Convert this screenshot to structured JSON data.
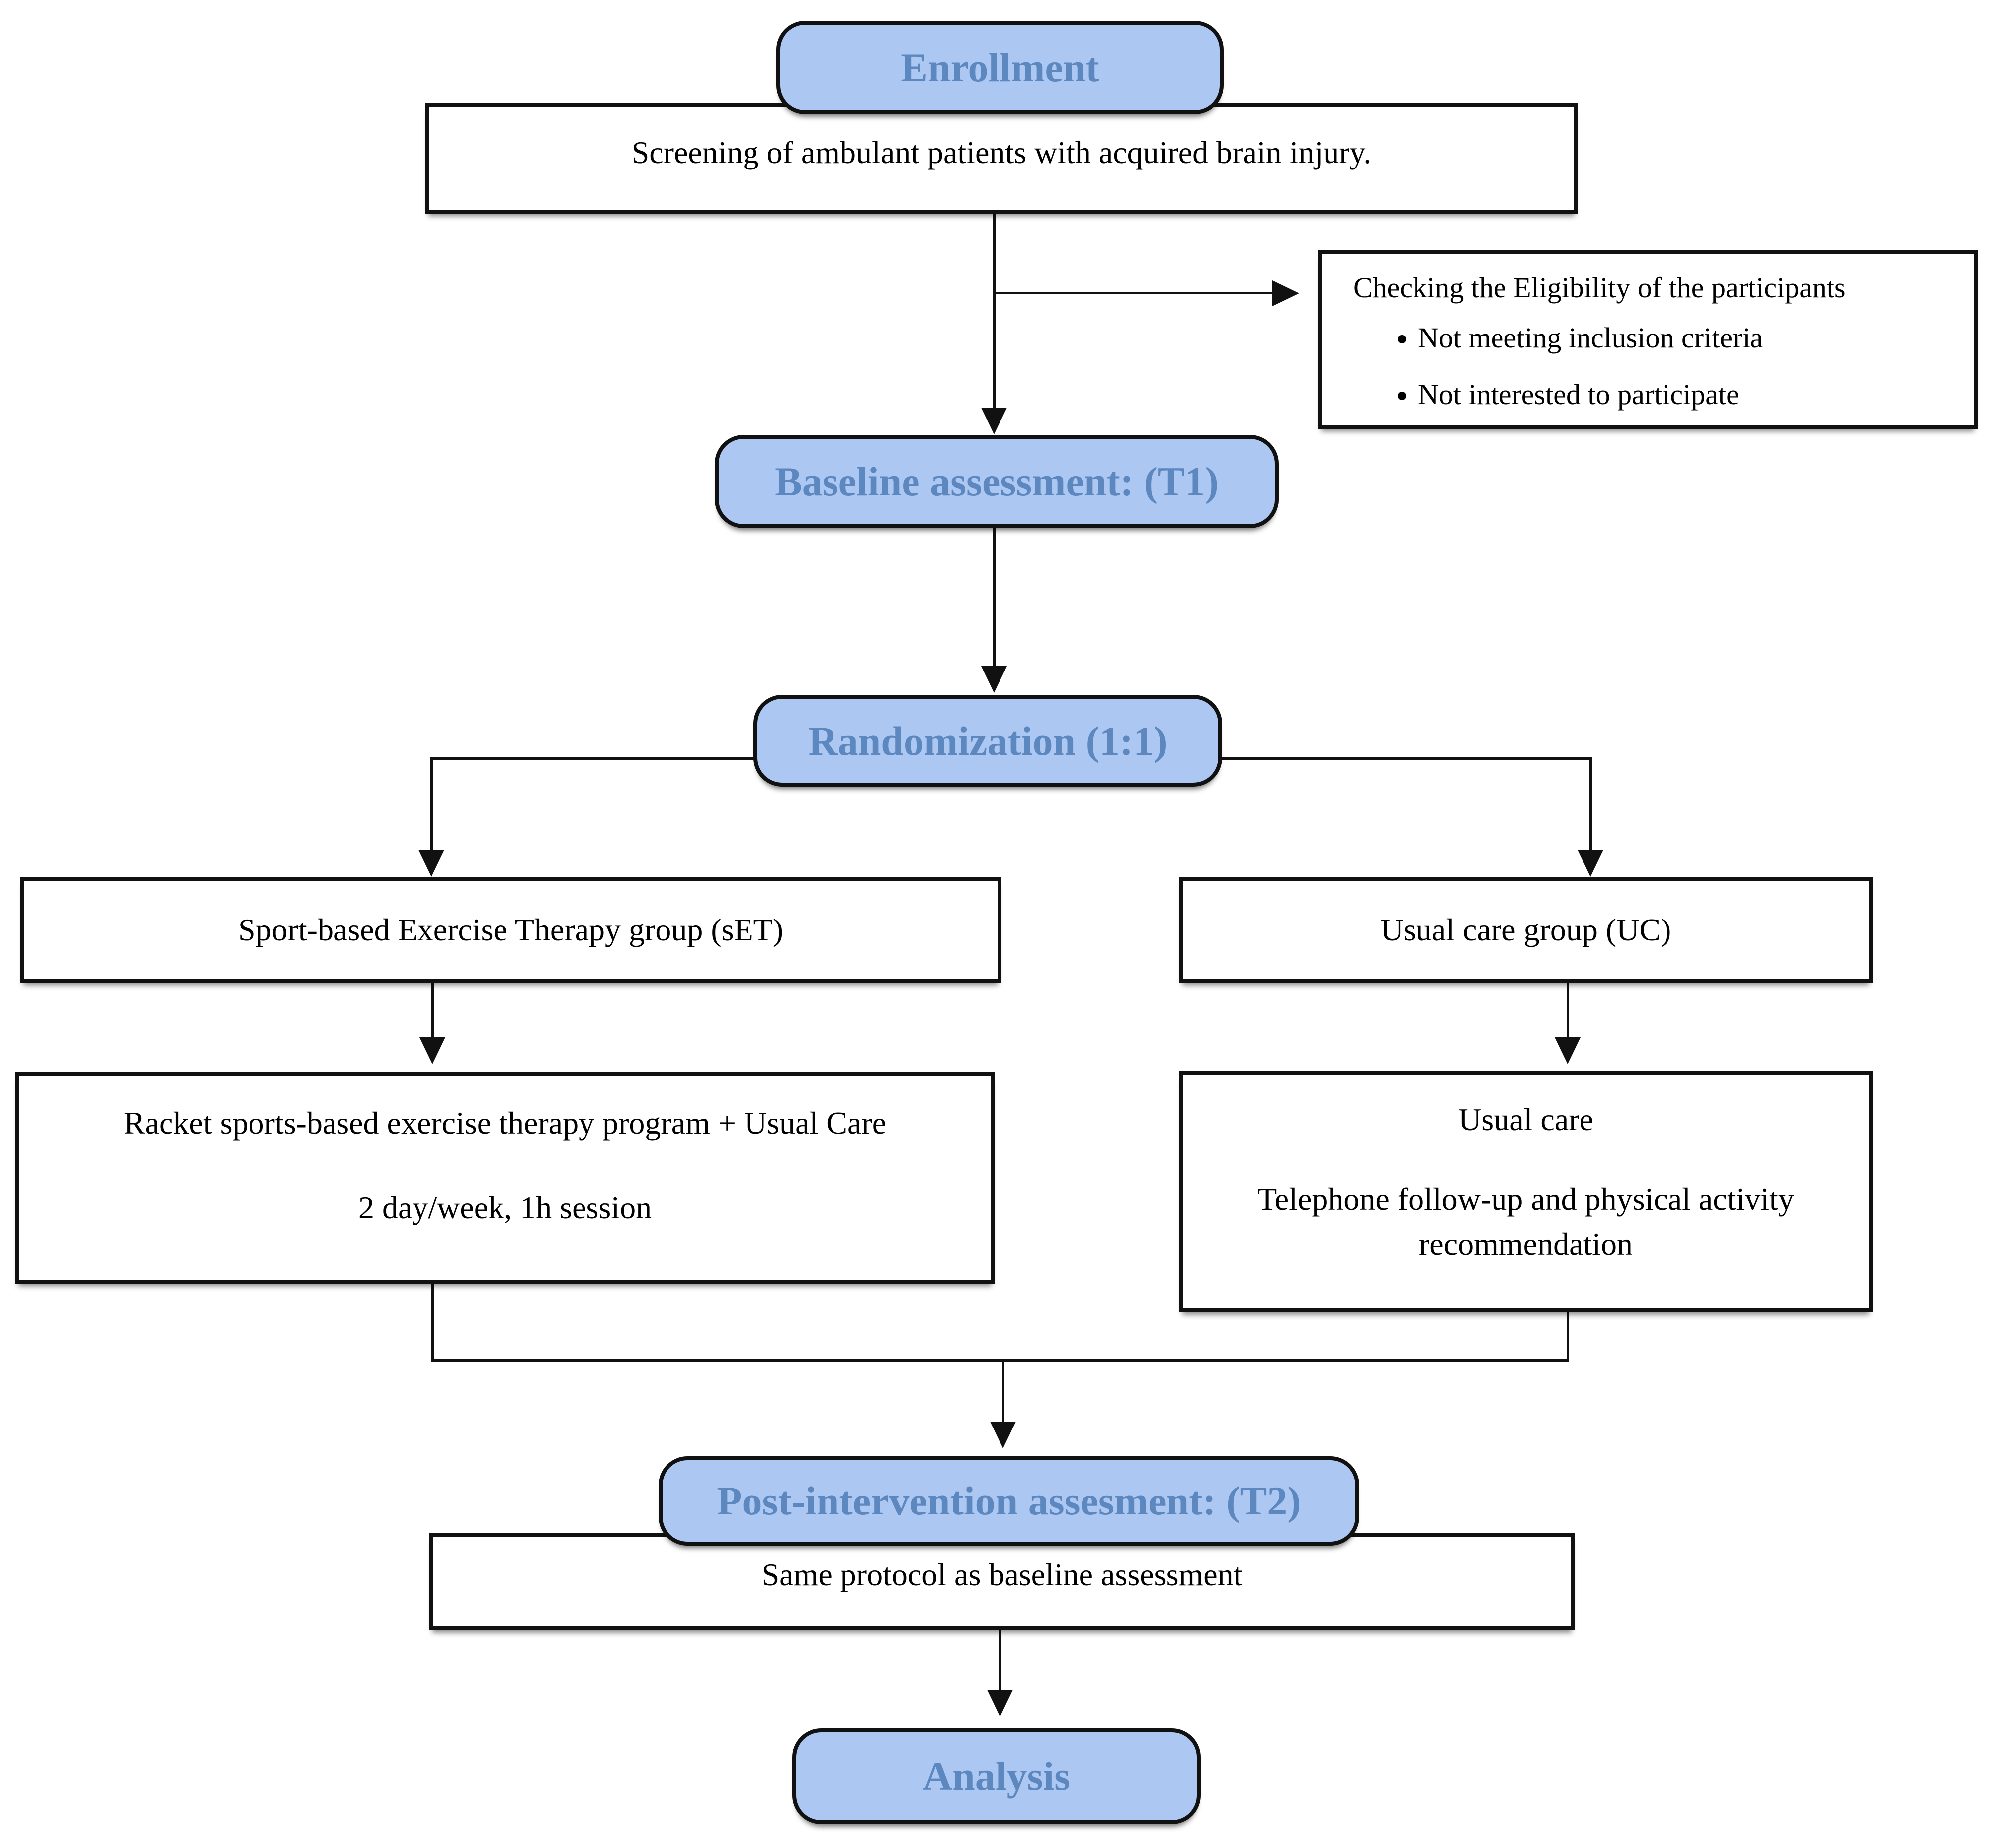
{
  "flowchart": {
    "stages": {
      "enrollment": {
        "label": "Enrollment"
      },
      "screening": {
        "label": "Screening of ambulant patients with acquired brain injury."
      },
      "eligibility": {
        "title": "Checking the Eligibility of the participants",
        "bullets": [
          "Not meeting inclusion criteria",
          "Not interested to participate"
        ]
      },
      "baseline": {
        "label": "Baseline assessment: (T1)"
      },
      "randomization": {
        "label": "Randomization (1:1)"
      },
      "set_group": {
        "label": "Sport-based Exercise Therapy group (sET)"
      },
      "uc_group": {
        "label": "Usual care group (UC)"
      },
      "set_intervention": {
        "line1": "Racket sports-based exercise therapy program + Usual Care",
        "line2": "2 day/week, 1h session"
      },
      "uc_intervention": {
        "line1": "Usual care",
        "line2": "Telephone follow-up and physical activity recommendation"
      },
      "post_intervention": {
        "label": "Post-intervention assesment: (T2)"
      },
      "same_protocol": {
        "label": "Same protocol as baseline assessment"
      },
      "analysis": {
        "label": "Analysis"
      }
    },
    "colors": {
      "stage_fill": "#abc7f2",
      "stage_text": "#5d88bf",
      "border": "#111111",
      "box_fill": "#ffffff",
      "text": "#000000"
    }
  }
}
